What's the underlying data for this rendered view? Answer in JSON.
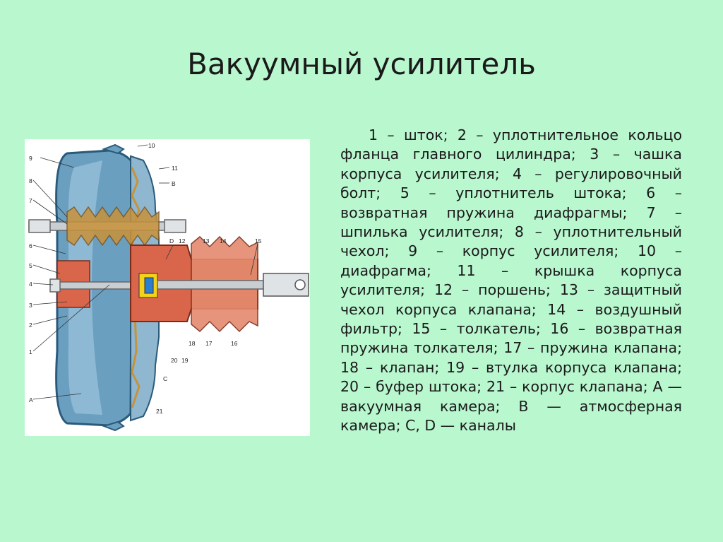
{
  "slide": {
    "title": "Вакуумный усилитель",
    "legend_text": "1 – шток; 2 – уплотнительное кольцо фланца главного цилиндра; 3 – чашка корпуса усилителя; 4 – регулировочный болт; 5 – уплотнитель штока; 6 – возвратная пружина диафрагмы; 7 – шпилька усилителя; 8 – уплотнительный чехол; 9 – корпус усилителя; 10 – диафрагма; 11 – крышка корпуса усилителя; 12 – поршень; 13 – защитный чехол корпуса клапана; 14 – воздушный фильтр; 15 – толкатель; 16 – возвратная пружина толкателя; 17 – пружина клапана; 18 – клапан; 19 – втулка корпуса клапана; 20 – буфер штока; 21 – корпус клапана; A — вакуумная камера; B — атмосферная камера; C, D — каналы"
  },
  "diagram": {
    "colors": {
      "housing": "#6a9fc0",
      "housing_outline": "#2a5a7a",
      "bellows": "#c8923a",
      "valve_body": "#d9664a",
      "rod": "#c9ced3",
      "piston_yellow": "#f2d21a",
      "piston_blue": "#2a7fd0",
      "background": "#ffffff"
    },
    "labels": {
      "n1": "1",
      "n2": "2",
      "n3": "3",
      "n4": "4",
      "n5": "5",
      "n6": "6",
      "n7": "7",
      "n8": "8",
      "n9": "9",
      "n10": "10",
      "n11": "11",
      "n12": "12",
      "n13": "13",
      "n14": "14",
      "n15": "15",
      "n16": "16",
      "n17": "17",
      "n18": "18",
      "n19": "19",
      "n20": "20",
      "n21": "21",
      "A": "A",
      "B": "B",
      "C": "C",
      "D": "D"
    }
  }
}
